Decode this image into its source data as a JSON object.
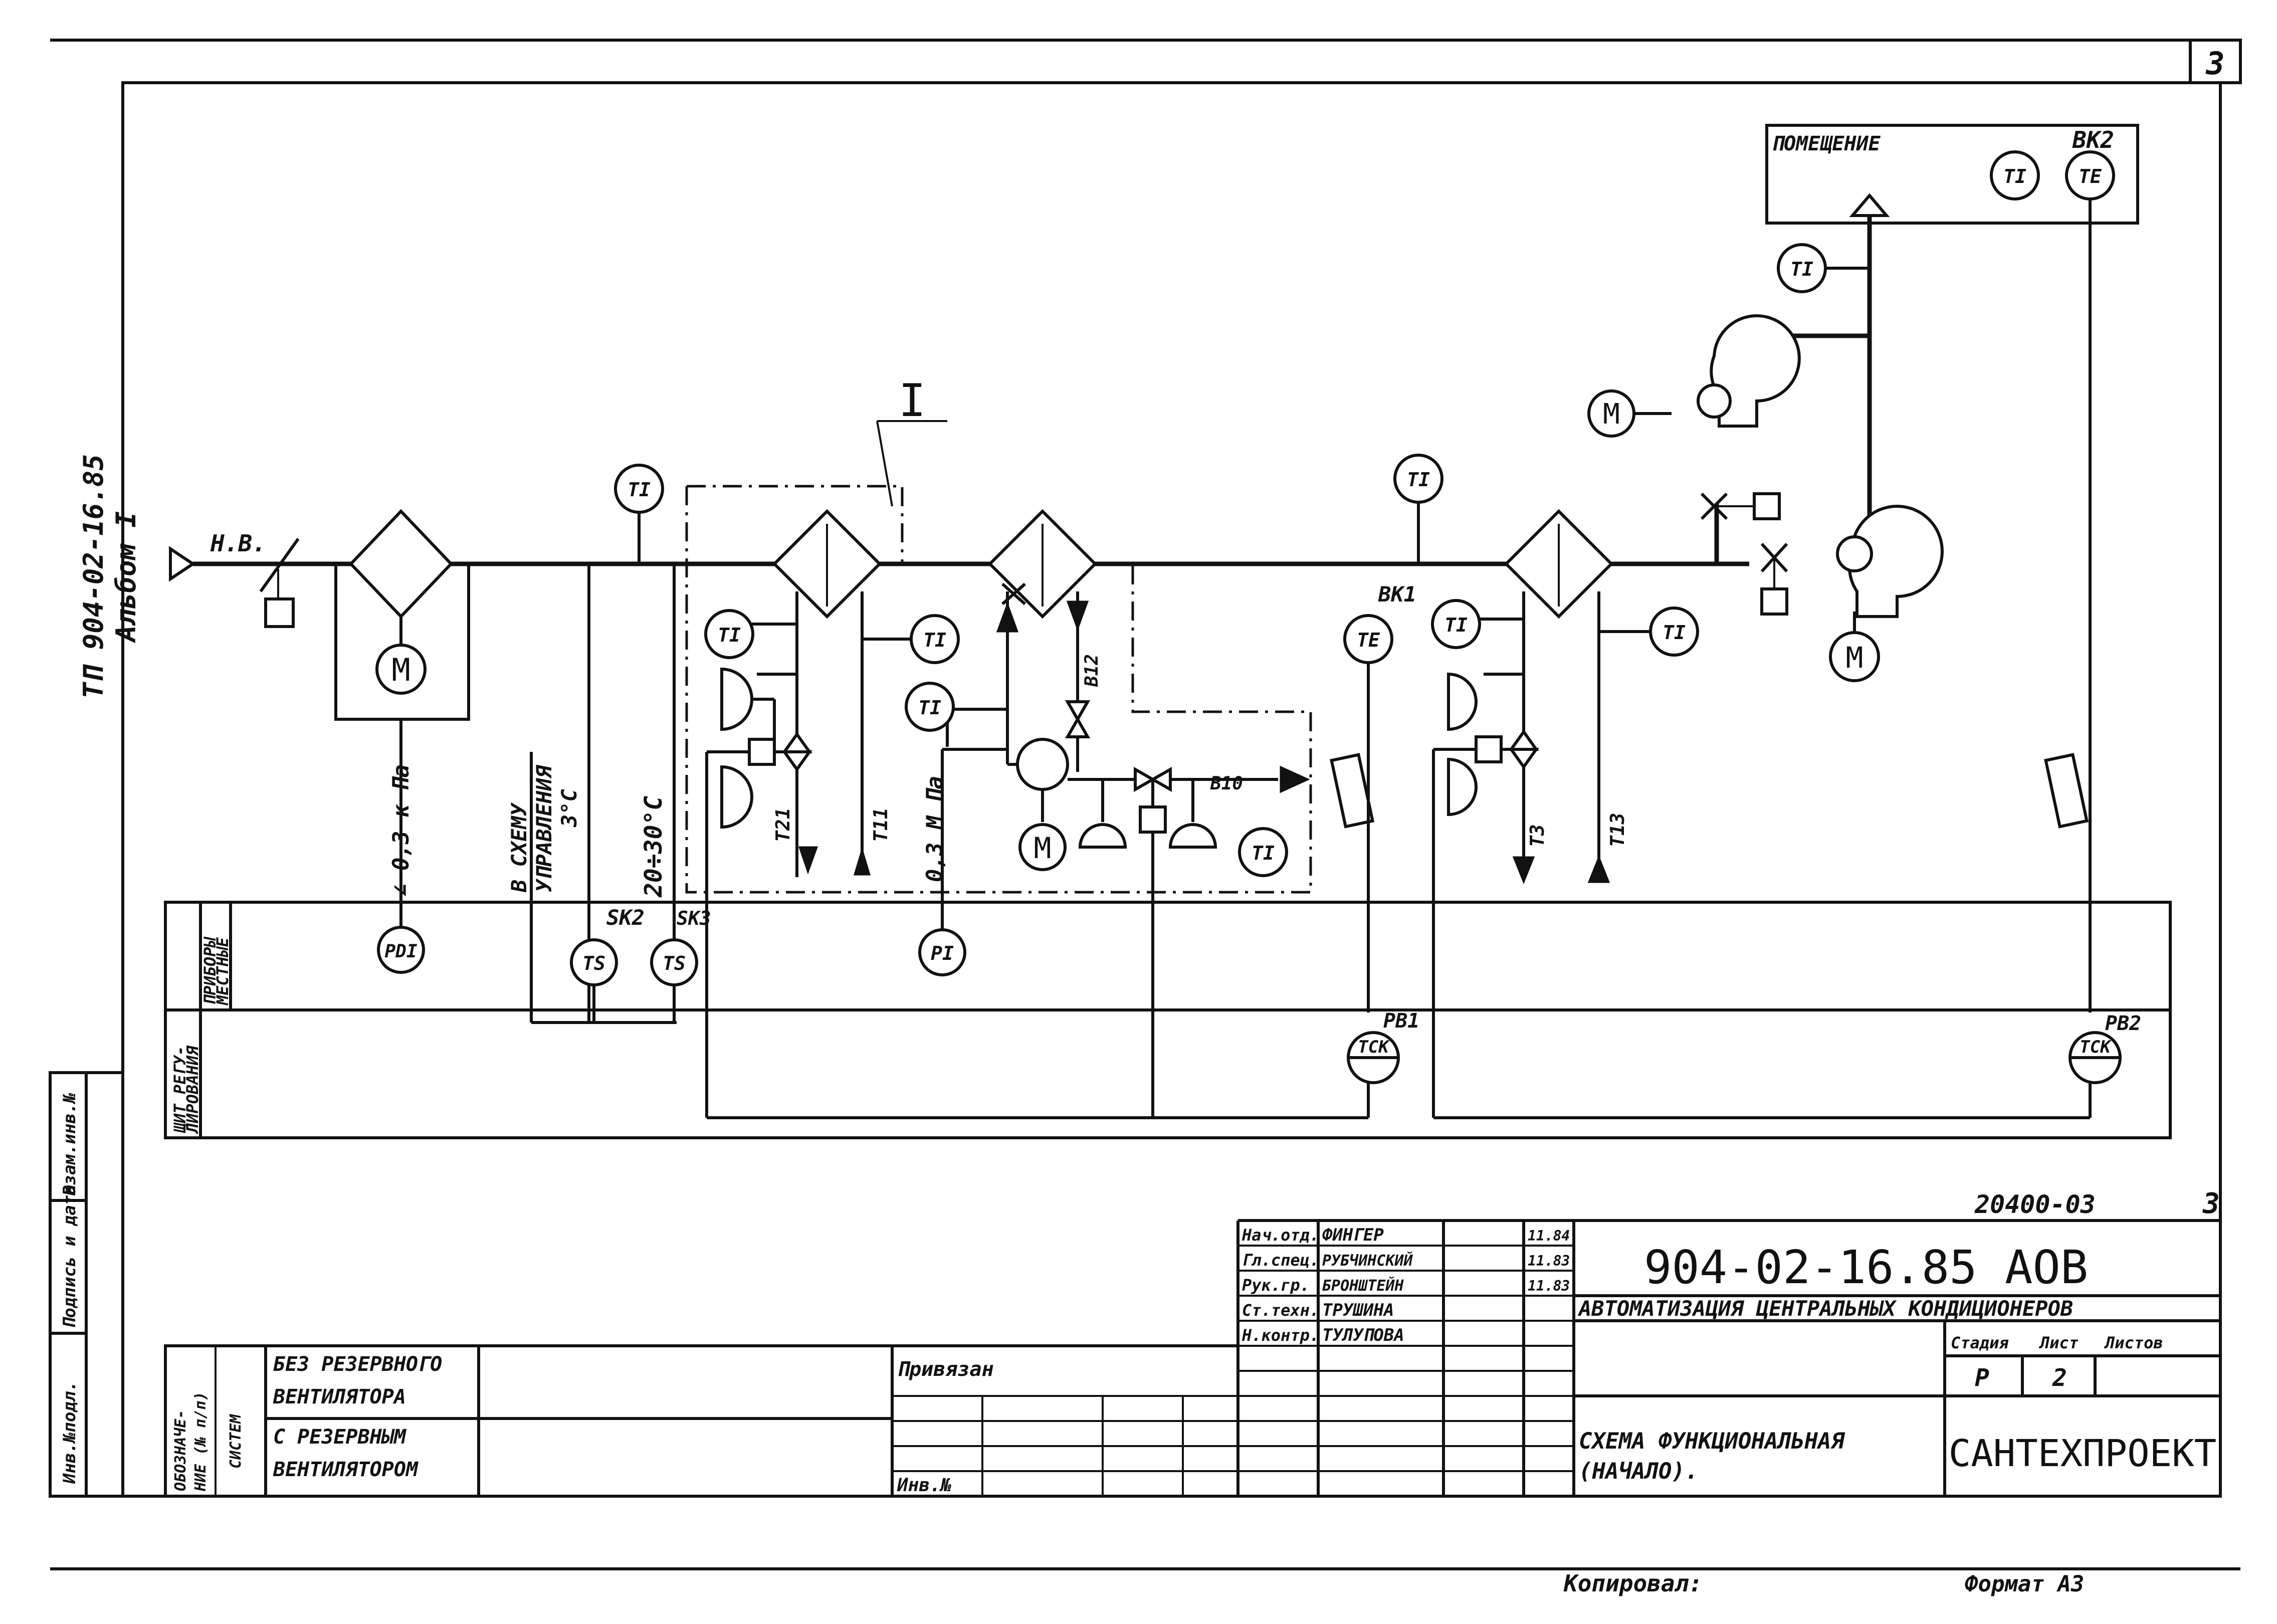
{
  "sheet_number_corner": "3",
  "margin_vertical_top": "ТП 904-02-16.85",
  "margin_vertical_bottom": "Альбом I",
  "margin_columns": [
    "Инв.№подл.",
    "Подпись и дата",
    "Взам.инв.№"
  ],
  "room": {
    "label": "ПОМЕЩЕНИЕ",
    "tag": "BK2"
  },
  "instruments": {
    "outside_air": "Н.В.",
    "section_marker": "I",
    "ti": "TI",
    "te": "TE",
    "bk1": "BK1",
    "ts": "TS",
    "sk2": "SK2",
    "sk3": "SK3",
    "pi": "PI",
    "pdi": "PDI",
    "tck": "TCK",
    "pb1": "PB1",
    "pb2": "PB2",
    "t2": "T21",
    "t1": "T11",
    "t3": "T3",
    "t13": "T13",
    "b12": "B12",
    "b10": "B10"
  },
  "setpoints": {
    "dp": "∠ 0,3 к Па",
    "scheme_1": "В СХЕМУ",
    "scheme_2": "УПРАВЛЕНИЯ",
    "scheme_3": "3°С",
    "temp_range": "20÷30°С",
    "pressure": "0,3 М Па"
  },
  "shield_header_1": "ЩИТ РЕГУ-",
  "shield_header_2": "ЛИРОВАНИЯ",
  "field_header_1": "ПРИБОРЫ",
  "field_header_2": "МЕСТНЫЕ",
  "doc_code_small": "20400-03",
  "sheet_num_small": "3",
  "doc_code": "904-02-16.85 АОВ",
  "doc_title": "АВТОМАТИЗАЦИЯ ЦЕНТРАЛЬНЫХ КОНДИЦИОНЕРОВ",
  "sheet_title_1": "СХЕМА ФУНКЦИОНАЛЬНАЯ",
  "sheet_title_2": "(НАЧАЛО).",
  "org": "САНТЕХПРОЕКТ",
  "stage_headers": [
    "Стадия",
    "Лист",
    "Листов"
  ],
  "stage": "Р",
  "sheet": "2",
  "sheets_total": "",
  "signatures": [
    {
      "role": "Нач.отд.",
      "name": "ФИНГЕР",
      "date": "11.84"
    },
    {
      "role": "Гл.спец.",
      "name": "РУБЧИНСКИЙ",
      "date": "11.83"
    },
    {
      "role": "Рук.гр.",
      "name": "БРОНШТЕЙН",
      "date": "11.83"
    },
    {
      "role": "Ст.техн.",
      "name": "ТРУШИНА",
      "date": ""
    },
    {
      "role": "Н.контр.",
      "name": "ТУЛУПОВА",
      "date": ""
    }
  ],
  "designation_header_1": "ОБОЗНАЧЕ-",
  "designation_header_2": "НИЕ (№ п/п)",
  "designation_header_3": "СИСТЕМ",
  "system_rows": [
    {
      "label_1": "БЕЗ РЕЗЕРВНОГО",
      "label_2": "ВЕНТИЛЯТОРА"
    },
    {
      "label_1": "С РЕЗЕРВНЫМ",
      "label_2": "ВЕНТИЛЯТОРОМ"
    }
  ],
  "bound_label": "Привязан",
  "inv_label": "Инв.№",
  "copied": "Копировал:",
  "format": "Формат А3"
}
